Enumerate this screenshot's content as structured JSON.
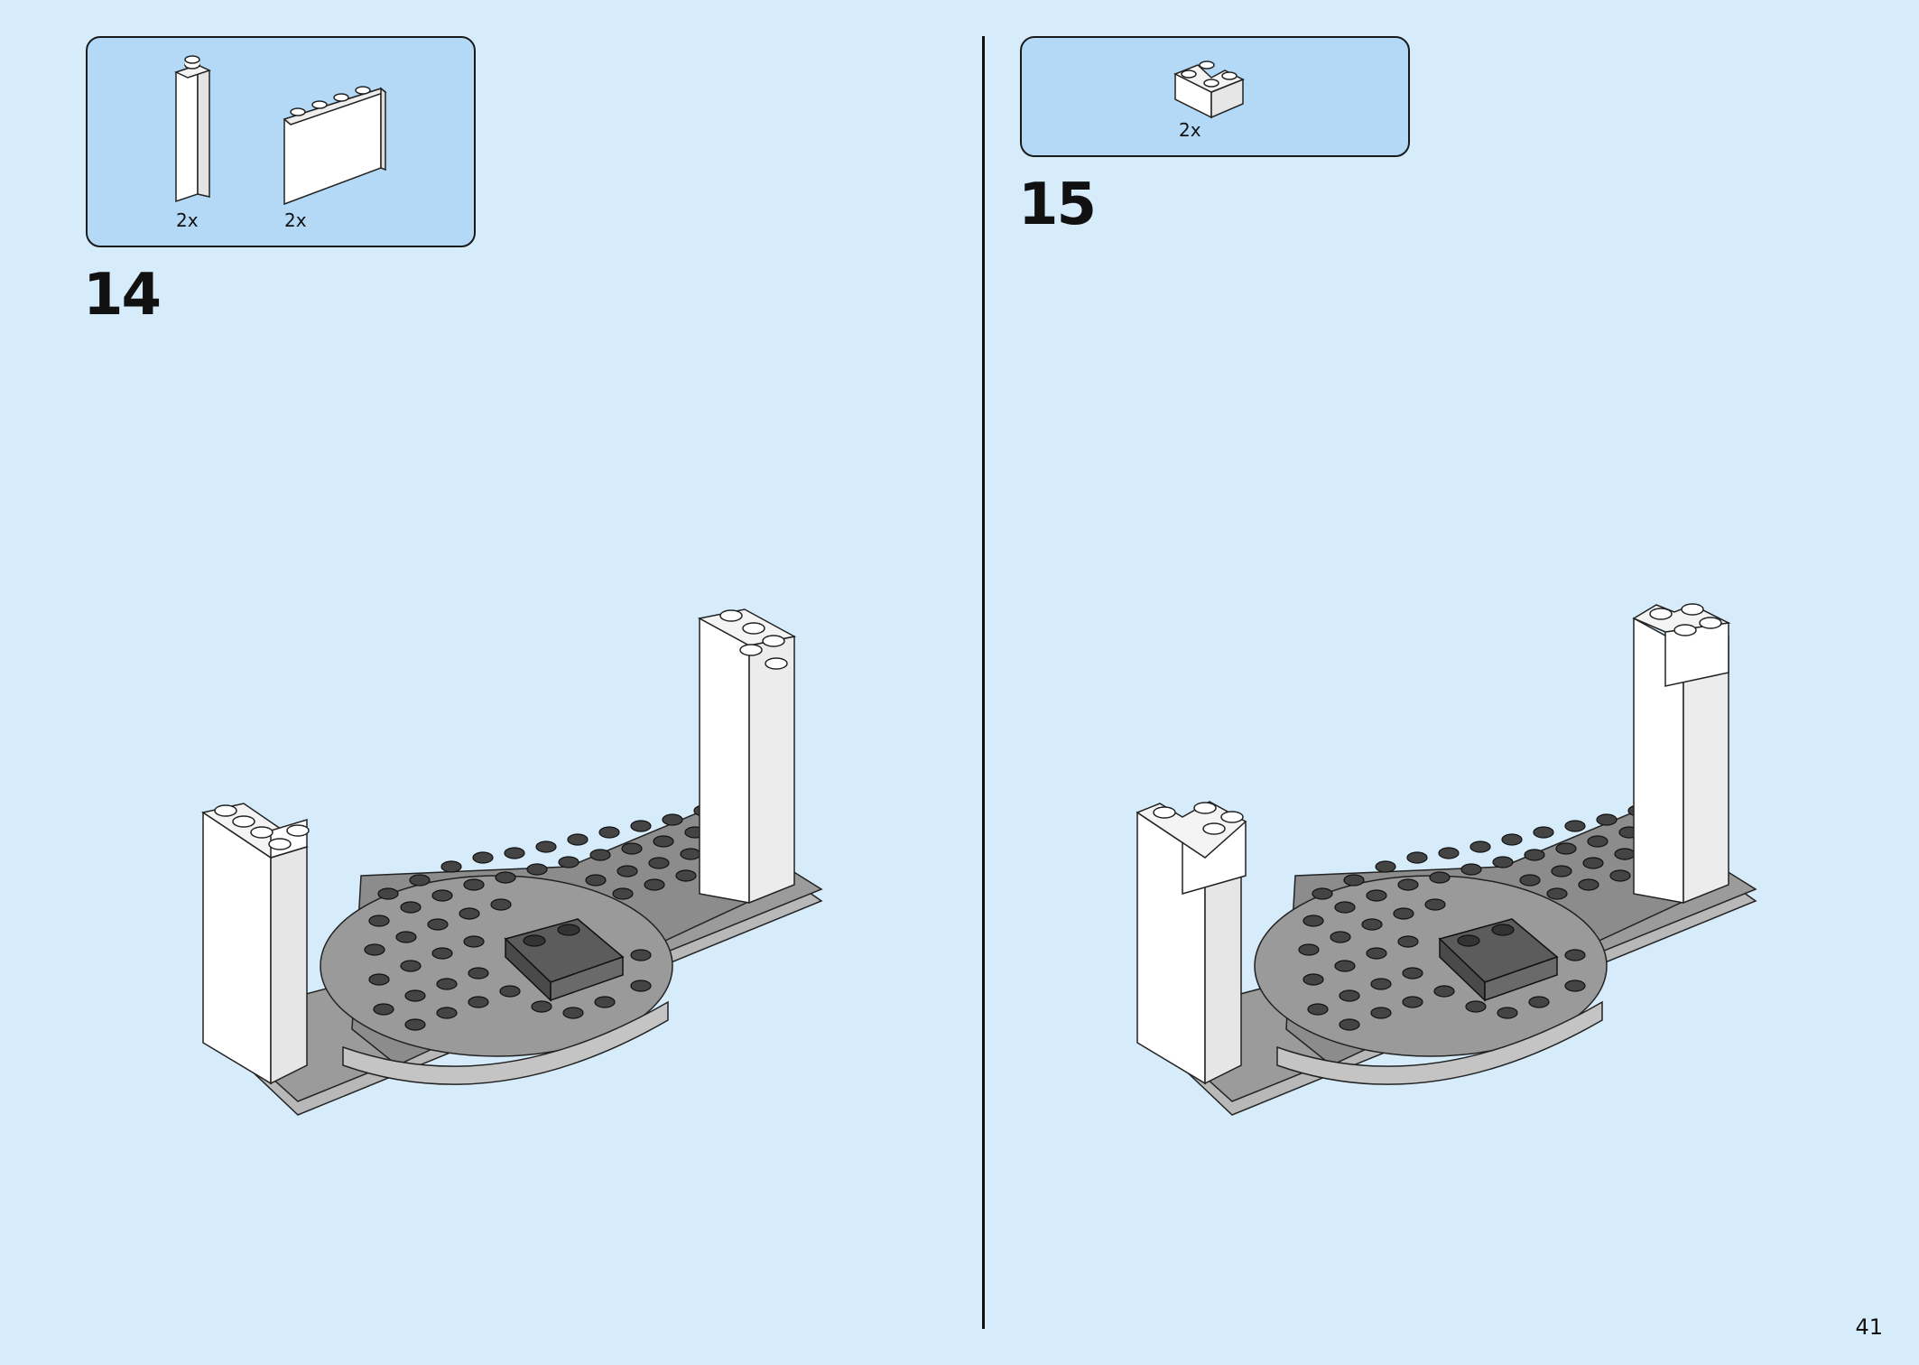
{
  "left": {
    "step": "14",
    "parts": [
      {
        "name": "brick-1x1x5",
        "qty": "2x"
      },
      {
        "name": "panel-1x4x3",
        "qty": "2x"
      }
    ]
  },
  "right": {
    "step": "15",
    "parts": [
      {
        "name": "brick-2x2-corner",
        "qty": "2x"
      }
    ]
  },
  "page_number": "41",
  "colors": {
    "background": "#d6ecfb",
    "parts_box": "#b3d9f6",
    "dark_gray": "#5a5a5a",
    "light_gray": "#bdbdbd",
    "white": "#ffffff"
  }
}
